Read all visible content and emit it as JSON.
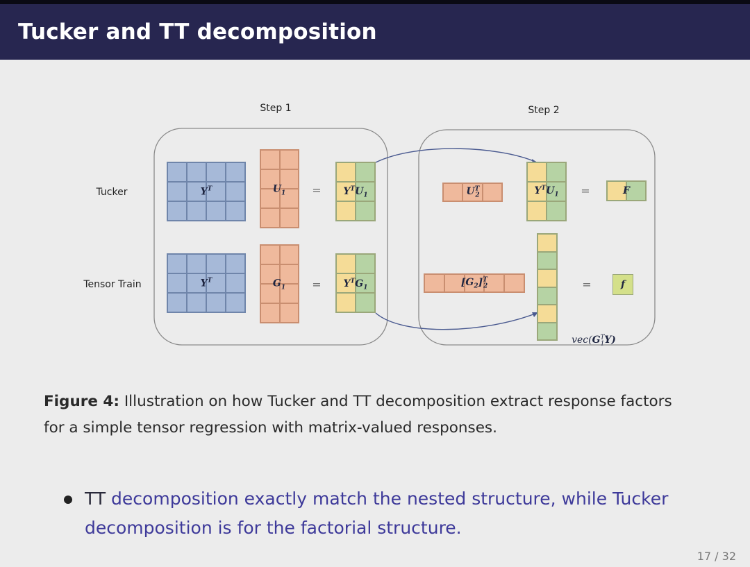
{
  "slide": {
    "title": "Tucker and TT decomposition",
    "page_number": "17 / 32"
  },
  "figure": {
    "step1_label": "Step 1",
    "step2_label": "Step 2",
    "row_labels": {
      "tucker": "Tucker",
      "tensor_train": "Tensor Train"
    },
    "equals": "=",
    "math": {
      "yt": {
        "base": "Y",
        "sup": "T"
      },
      "u1": {
        "base": "U",
        "sub": "1"
      },
      "g1": {
        "base": "G",
        "sub": "1"
      },
      "ytu1": {
        "b1": "Y",
        "sup": "T",
        "b2": "U",
        "sub": "1"
      },
      "ytg1": {
        "b1": "Y",
        "sup": "T",
        "b2": "G",
        "sub": "1"
      },
      "u2t": {
        "base": "U",
        "sup": "T",
        "sub": "2"
      },
      "g2": {
        "base": "[G",
        "close": "]",
        "sup": "T",
        "sub": "2",
        "inner_sub": "2"
      },
      "F": "F",
      "f": "f",
      "vec": {
        "pre": "vec(",
        "base": "G",
        "sup": "T",
        "sub": "1",
        "post": "Y)"
      }
    },
    "colors": {
      "blue": "#a6b9d8",
      "orange": "#efb99c",
      "yellow": "#f5dc97",
      "green": "#b6d3a4",
      "arrow": "#4a5a90"
    }
  },
  "caption": {
    "label": "Figure 4:",
    "text": "Illustration on how Tucker and TT decomposition extract response factors for a simple tensor regression with matrix-valued responses."
  },
  "bullets": [
    {
      "lead": "TT",
      "text": " decomposition exactly match the nested structure, while Tucker decomposition is for the factorial structure."
    }
  ]
}
